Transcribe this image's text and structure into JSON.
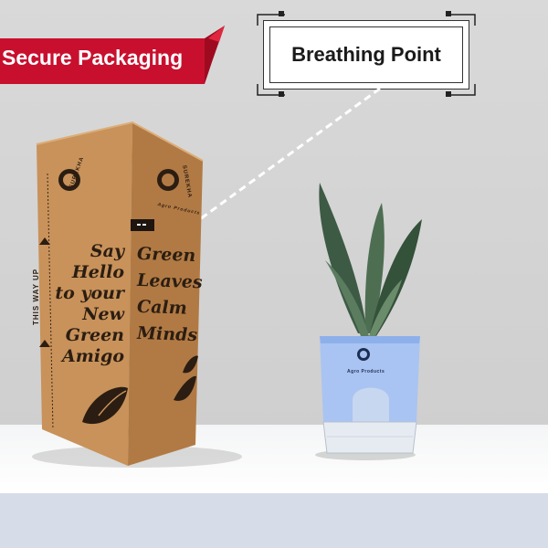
{
  "banner": {
    "label": "Secure Packaging",
    "color": "#c8102e"
  },
  "callout": {
    "label": "Breathing Point"
  },
  "box": {
    "brand": "SUREKHA",
    "sub_brand": "Agro Products",
    "orientation_label": "THIS WAY UP",
    "left_slogan": [
      "Say Hello",
      "to your",
      "New",
      "Green",
      "Amigo"
    ],
    "right_slogan": [
      "Green",
      "Leaves",
      "Calm",
      "Minds"
    ]
  },
  "pot": {
    "brand": "Agro Products",
    "color": "#a9c4f2"
  },
  "colors": {
    "cardboard": "#c9975f",
    "ink": "#2b1d12"
  }
}
